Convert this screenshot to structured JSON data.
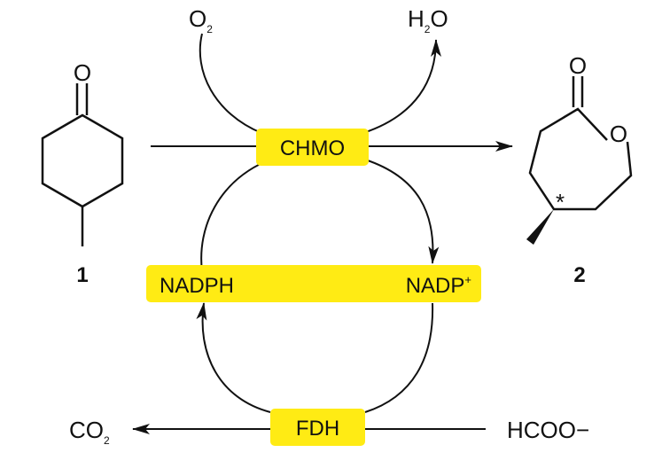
{
  "colors": {
    "highlight": "#ffeb14",
    "stroke": "#111111",
    "background": "#ffffff"
  },
  "reagents": {
    "oxygen": {
      "base": "O",
      "subscript": "2"
    },
    "water": {
      "base_h": "H",
      "subscript": "2",
      "base_o": "O"
    },
    "carbon_dioxide": {
      "base": "CO",
      "subscript": "2"
    },
    "formate": "HCOO−"
  },
  "enzymes": {
    "monooxygenase": "CHMO",
    "dehydrogenase": "FDH"
  },
  "cofactors": {
    "reduced": "NADPH",
    "oxidized": {
      "base": "NADP",
      "superscript": "+"
    }
  },
  "compounds": {
    "substrate": {
      "number": "1",
      "carbonyl_oxygen": "O"
    },
    "product": {
      "number": "2",
      "carbonyl_oxygen": "O",
      "ring_oxygen": "O",
      "stereocenter_marker": "*"
    }
  }
}
